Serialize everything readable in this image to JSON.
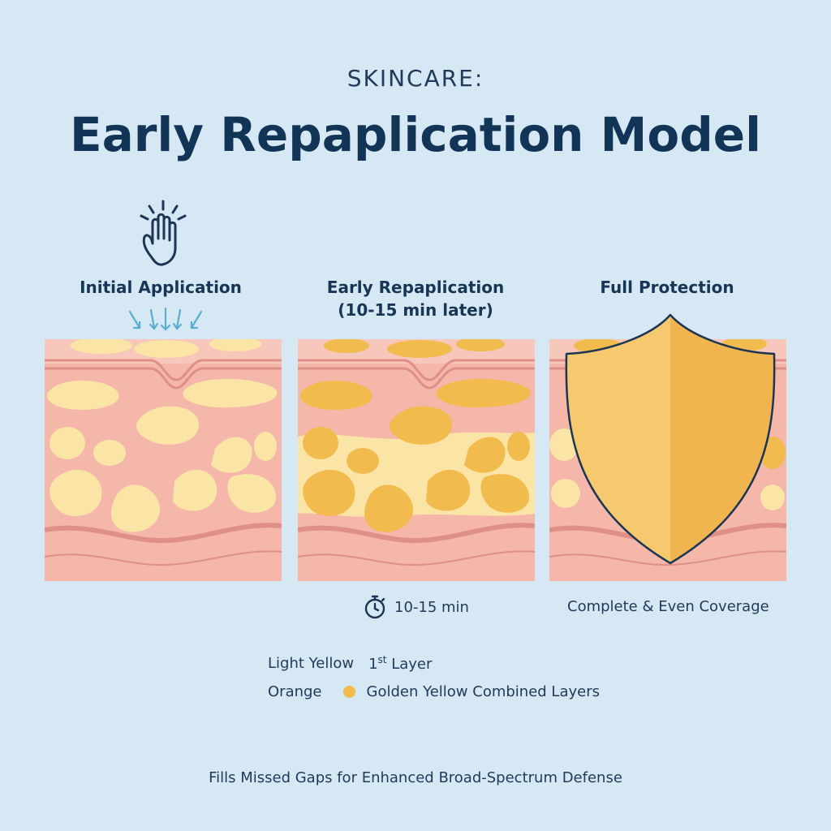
{
  "header": {
    "kicker": "SKINCARE:",
    "title": "Early Repaplication Model"
  },
  "panels": [
    {
      "title": "Initial Application",
      "subtitle": ""
    },
    {
      "title": "Early Repaplication",
      "subtitle": "(10-15 min later)",
      "caption": "10-15 min"
    },
    {
      "title": "Full Protection",
      "subtitle": "",
      "caption": "Complete & Even Coverage"
    }
  ],
  "legend": {
    "row1_label": "Light Yellow",
    "row1_super_prefix": "1",
    "row1_sup": "st",
    "row1_value": "Layer",
    "row2_label": "Orange",
    "row2_value": "Golden Yellow Combined Layers"
  },
  "footer": "Fills Missed Gaps for Enhanced Broad-Spectrum Defense",
  "colors": {
    "background": "#d6e8f3",
    "skin": "#f4b7aa",
    "skin_line": "#e08f86",
    "light_yellow": "#fbe5a6",
    "golden": "#f1bb4d",
    "shield_light": "#f7c96f",
    "shield_dark": "#f0b54e",
    "outline": "#1c3554"
  },
  "icons": [
    "hand-tap-icon",
    "arrows-down-icon",
    "stopwatch-icon",
    "shield-icon"
  ]
}
